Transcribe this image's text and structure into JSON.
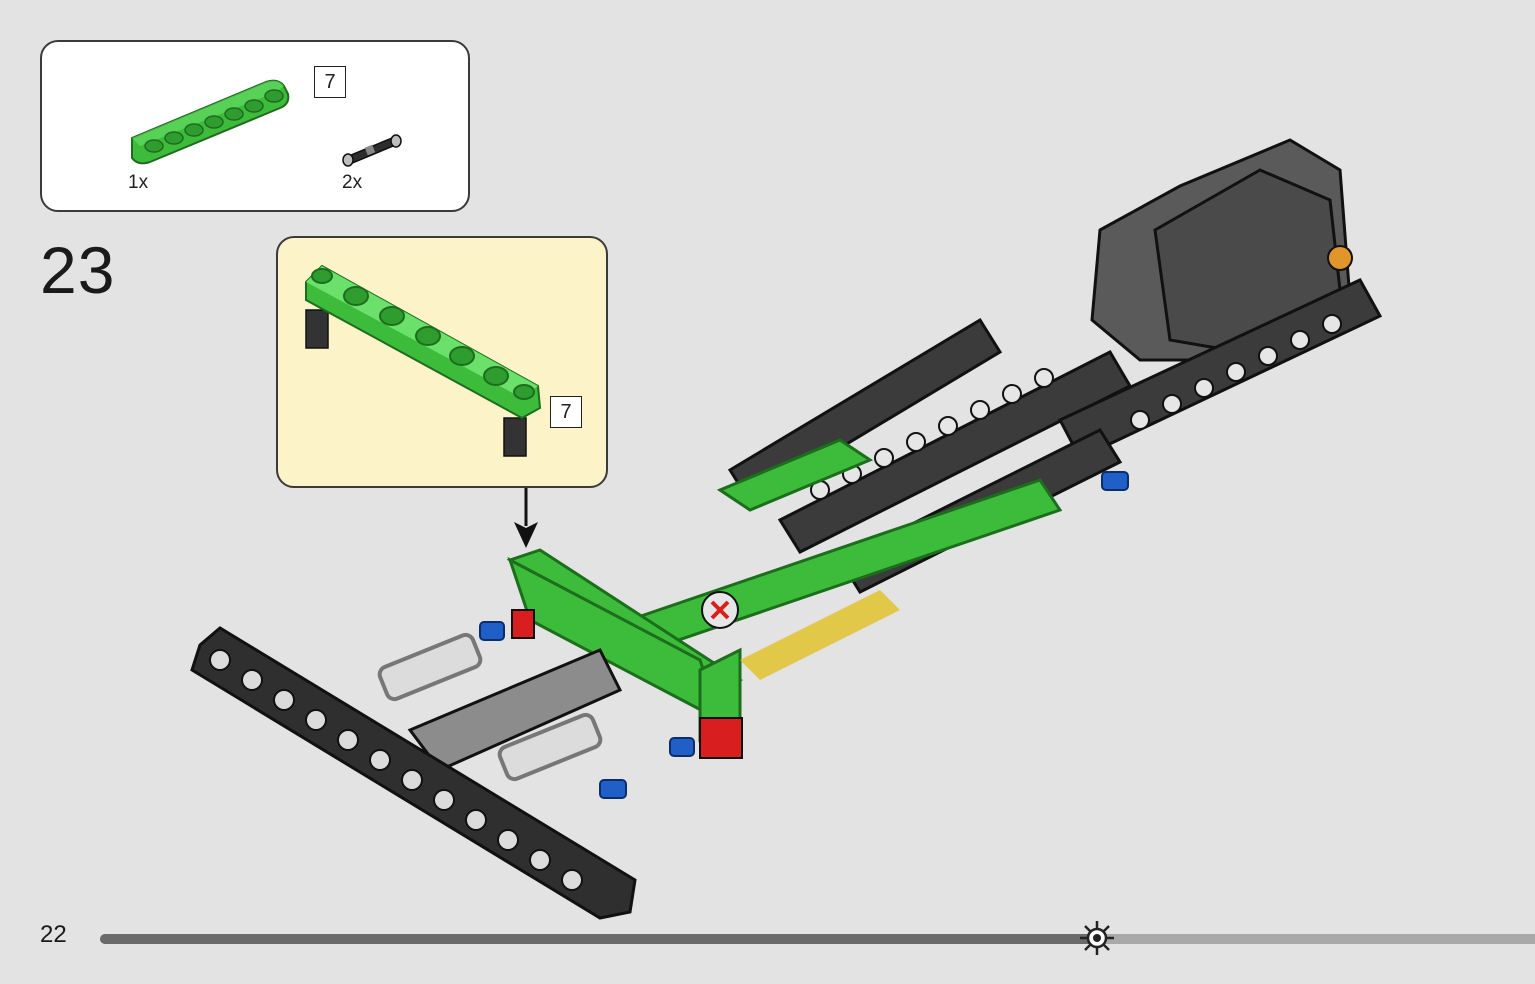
{
  "step": {
    "number": "23"
  },
  "parts": [
    {
      "quantity_label": "1x",
      "name": "green-beam-7",
      "length_badge": "7"
    },
    {
      "quantity_label": "2x",
      "name": "black-friction-pin"
    }
  ],
  "callout": {
    "length_badge": "7"
  },
  "footer": {
    "page_number": "22",
    "progress": 0.695
  },
  "colors": {
    "background": "#e3e3e3",
    "callout_bg": "#fdf3c9",
    "lime_green": "#3dbb3a",
    "dark_gray": "#3b3b3b",
    "blue": "#1f5fc7",
    "red": "#d81e1e"
  }
}
